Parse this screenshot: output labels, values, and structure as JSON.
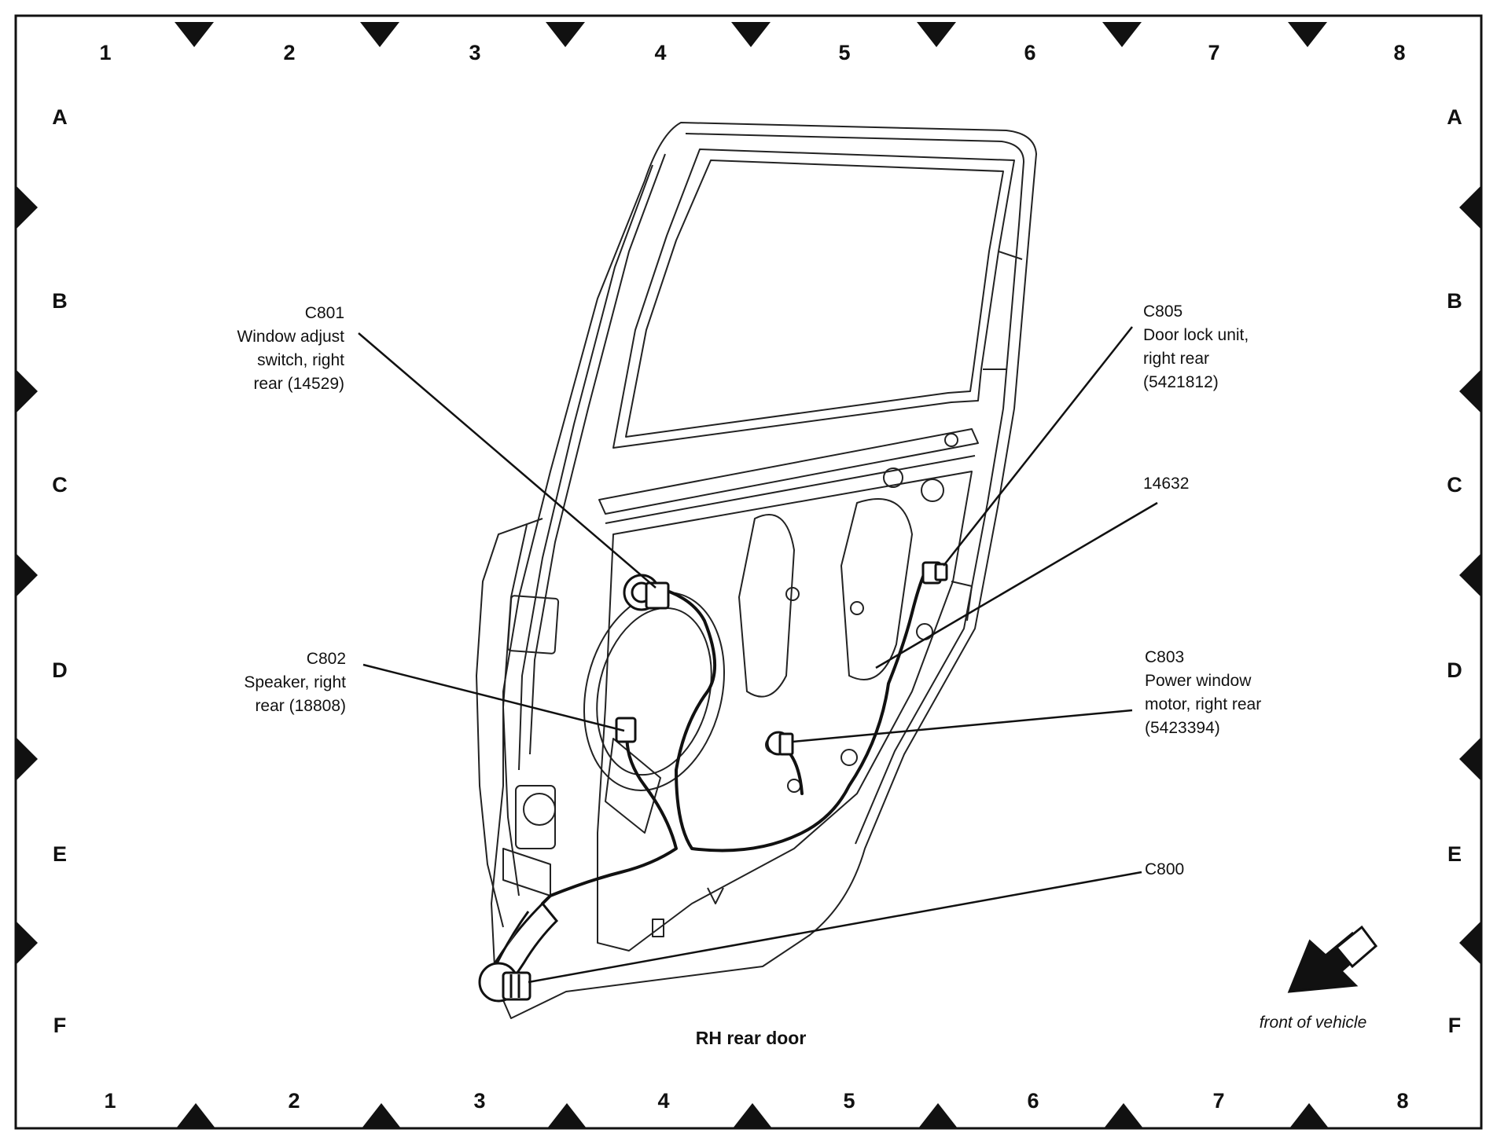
{
  "grid": {
    "columns": [
      "1",
      "2",
      "3",
      "4",
      "5",
      "6",
      "7",
      "8"
    ],
    "rows": [
      "A",
      "B",
      "C",
      "D",
      "E",
      "F"
    ]
  },
  "title": "RH rear door",
  "front_label": "front of vehicle",
  "callouts": {
    "c801": {
      "id": "C801",
      "lines": [
        "Window adjust",
        "switch, right",
        "rear (14529)"
      ]
    },
    "c802": {
      "id": "C802",
      "lines": [
        "Speaker, right",
        "rear (18808)"
      ]
    },
    "c805": {
      "id": "C805",
      "lines": [
        "Door lock unit,",
        "right rear",
        "(5421812)"
      ]
    },
    "p14632": {
      "id": "14632",
      "lines": []
    },
    "c803": {
      "id": "C803",
      "lines": [
        "Power window",
        "motor, right rear",
        "(5423394)"
      ]
    },
    "c800": {
      "id": "C800",
      "lines": []
    }
  }
}
